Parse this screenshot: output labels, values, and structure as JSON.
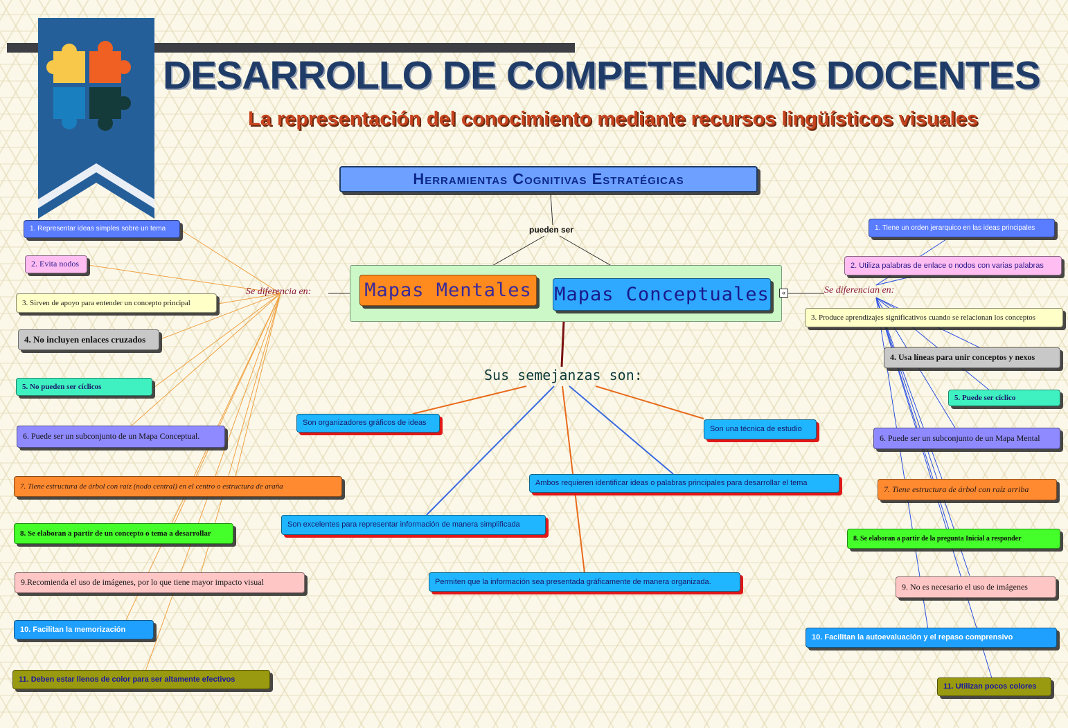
{
  "header": {
    "title": "DESARROLLO DE COMPETENCIAS DOCENTES",
    "subtitle": "La representación del conocimiento mediante recursos lingüísticos visuales"
  },
  "root": {
    "label": "Herramientas Cognitivas Estratégicas",
    "link_label": "pueden ser"
  },
  "main_nodes": {
    "left": "Mapas Mentales",
    "right": "Mapas Conceptuales"
  },
  "connectors": {
    "left": "Se diferencia en:",
    "right": "Se diferencian en:"
  },
  "left_items": [
    "1. Representar ideas simples sobre un tema",
    "2. Evita nodos",
    "3. Sirven de apoyo para entender un concepto principal",
    "4. No incluyen enlaces cruzados",
    "5. No pueden ser cíclicos",
    "6. Puede ser un subconjunto de un Mapa Conceptual.",
    "7.  Tiene estructura de árbol con raíz (nodo central) en el centro o estructura de araña",
    "8. Se elaboran a partir de un concepto o tema a desarrollar",
    "9.Recomienda el uso de imágenes, por lo que tiene mayor impacto visual",
    "10. Facilitan la memorización",
    "11. Deben estar llenos de color para ser altamente efectivos"
  ],
  "right_items": [
    "1. Tiene un orden jerarquico en las ideas principales",
    "2. Utiliza palabras de enlace o nodos con varias palabras",
    "3. Produce aprendizajes significativos cuando se relacionan los conceptos",
    "4. Usa líneas para unir conceptos y nexos",
    "5. Puede ser cíclico",
    "6. Puede ser un subconjunto de un Mapa Mental",
    "7.  Tiene estructura de árbol con raíz arriba",
    "8. Se elaboran a partir de la pregunta Inicial a responder",
    "9. No es necesario el uso de imágenes",
    "10. Facilitan la autoevaluación y el repaso comprensivo",
    "11. Utilizan pocos colores"
  ],
  "similarities": {
    "title": "Sus semejanzas son:",
    "items": [
      "Son organizadores gráficos de ideas",
      "Son una técnica de estudio",
      "Ambos requieren identificar ideas o palabras principales para desarrollar el tema",
      "Son excelentes para representar información de manera simplificada",
      "Permiten que  la información sea presentada gráficamente de manera organizada."
    ]
  },
  "colors": {
    "title": "#1f3c68",
    "subtitle": "#c6431e",
    "root_bg": "#6da0ff",
    "mentales_bg": "#ff8a1e",
    "conceptuales_bg": "#2fa8ff",
    "banner": "#255f9a"
  }
}
